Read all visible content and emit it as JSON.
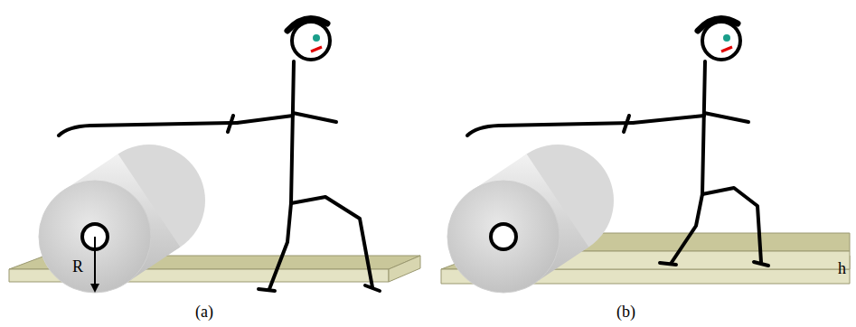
{
  "diagram": {
    "labels": [
      "R",
      "(a)",
      "(b)",
      "h"
    ]
  }
}
